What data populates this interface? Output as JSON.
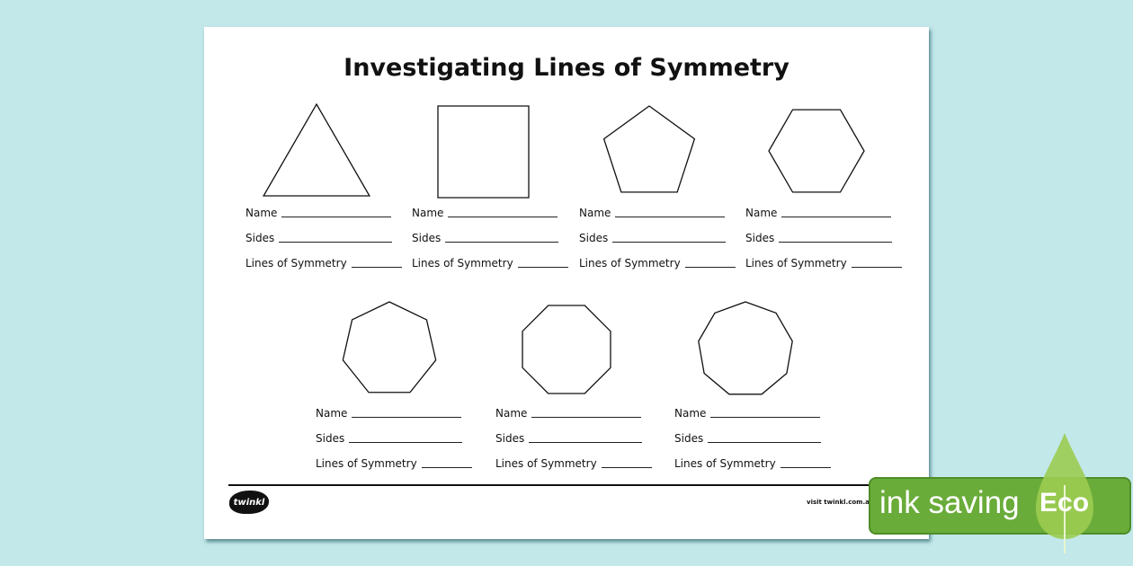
{
  "title": "Investigating Lines of Symmetry",
  "labels": {
    "name": "Name",
    "sides": "Sides",
    "lines": "Lines of Symmetry"
  },
  "shapes": [
    "triangle-icon",
    "square-icon",
    "pentagon-icon",
    "hexagon-icon",
    "heptagon-icon",
    "octagon-icon",
    "nonagon-icon"
  ],
  "footer": {
    "logo": "twinkl",
    "visit": "visit twinkl.com.au"
  },
  "badge": {
    "text": "ink saving",
    "eco": "Eco",
    "color": "#6aac3a"
  }
}
